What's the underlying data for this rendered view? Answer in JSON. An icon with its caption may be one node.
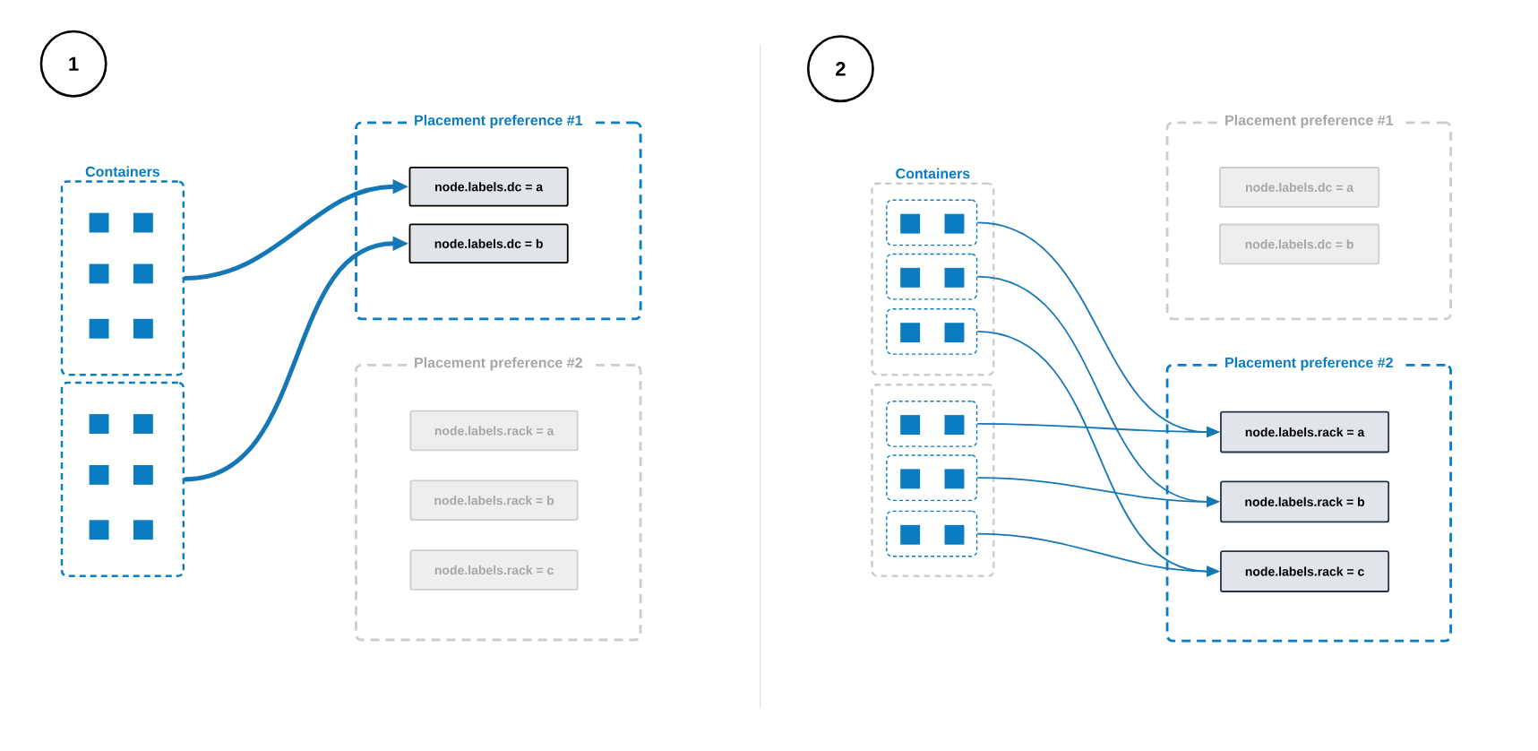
{
  "diagram": {
    "nodes": [
      {
        "text": [
          "1"
        ]
      },
      {
        "text": [
          "Containers"
        ]
      },
      {
        "text": [],
        "shape": "box"
      },
      {
        "text": [
          "Placement preference #1"
        ]
      },
      {
        "text": [
          "node.labels.dc = a"
        ],
        "in": 3
      },
      {
        "text": [
          "node.labels.dc = b"
        ],
        "in": 3
      },
      {
        "text": [
          "Placement preference #2"
        ]
      },
      {
        "text": [
          "node.labels.rack = a"
        ],
        "in": 6
      },
      {
        "text": [
          "node.labels.rack = b"
        ],
        "in": 6
      },
      {
        "text": [
          "node.labels.rack = c"
        ],
        "in": 6
      },
      {
        "text": [
          "2"
        ]
      },
      {
        "text": [
          "Containers"
        ]
      },
      {
        "text": [],
        "shape": "box",
        "in": 11
      },
      {
        "text": [],
        "shape": "box",
        "in": 11
      },
      {
        "text": [],
        "shape": "box",
        "in": 11
      },
      {
        "text": [],
        "shape": "box"
      },
      {
        "text": [],
        "shape": "box",
        "in": 15
      },
      {
        "text": [],
        "shape": "box",
        "in": 15
      },
      {
        "text": [],
        "shape": "box",
        "in": 15
      },
      {
        "text": [
          "Placement preference #1"
        ]
      },
      {
        "text": [
          "node.labels.dc = a"
        ],
        "in": 19
      },
      {
        "text": [
          "node.labels.dc = b"
        ],
        "in": 19
      },
      {
        "text": [
          "Placement preference #2"
        ]
      },
      {
        "text": [
          "node.labels.rack = a"
        ],
        "in": 22
      },
      {
        "text": [
          "node.labels.rack = b"
        ],
        "in": 22
      },
      {
        "text": [
          "node.labels.rack = c"
        ],
        "in": 22
      }
    ],
    "edges": [
      {
        "from": 1,
        "to": 4,
        "arrow": "to",
        "style": "thick"
      },
      {
        "from": 2,
        "to": 5,
        "arrow": "to",
        "style": "thick"
      },
      {
        "from": 12,
        "to": 23,
        "arrow": "to"
      },
      {
        "from": 13,
        "to": 24,
        "arrow": "to"
      },
      {
        "from": 14,
        "to": 25,
        "arrow": "to"
      },
      {
        "from": 16,
        "to": 23,
        "arrow": "to"
      },
      {
        "from": 17,
        "to": 24,
        "arrow": "to"
      },
      {
        "from": 18,
        "to": 25,
        "arrow": "to"
      }
    ]
  }
}
